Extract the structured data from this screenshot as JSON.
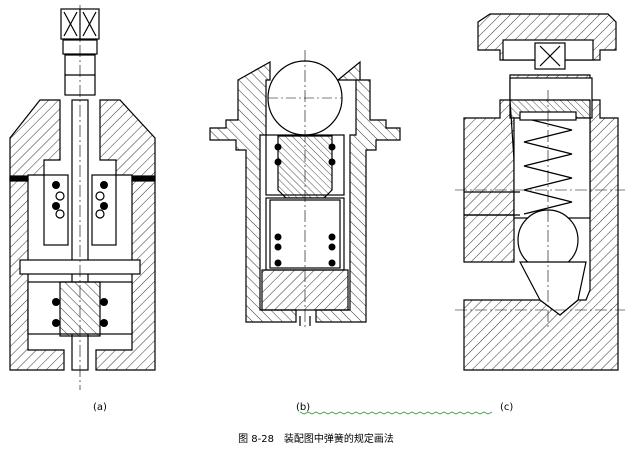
{
  "figure": {
    "labels": {
      "a": "(a)",
      "b": "(b)",
      "c": "(c)"
    },
    "caption": "图 8-28　装配图中弹簧的规定画法"
  }
}
